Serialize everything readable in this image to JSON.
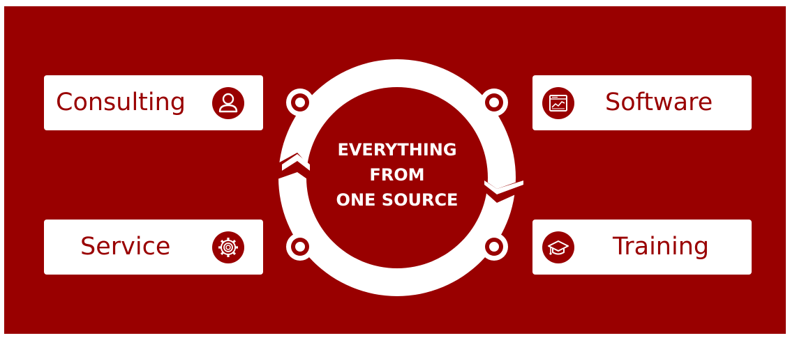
{
  "colors": {
    "background": "#990000",
    "card": "#ffffff",
    "text_on_card": "#990000",
    "text_on_background": "#ffffff"
  },
  "center": {
    "line1": "EVERYTHING",
    "line2": "FROM",
    "line3": "ONE SOURCE"
  },
  "cards": {
    "consulting": {
      "label": "Consulting",
      "icon": "person-icon"
    },
    "software": {
      "label": "Software",
      "icon": "chart-window-icon"
    },
    "service": {
      "label": "Service",
      "icon": "gear-icon"
    },
    "training": {
      "label": "Training",
      "icon": "graduation-cap-icon"
    }
  }
}
